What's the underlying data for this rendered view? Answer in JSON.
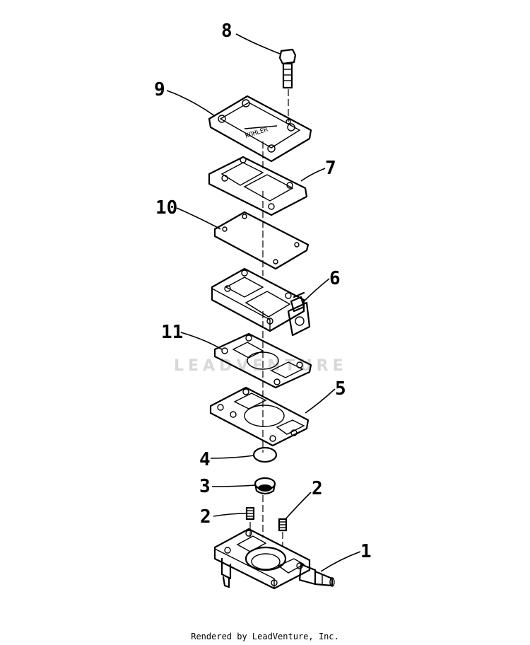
{
  "labels": {
    "p1": "1",
    "p2a": "2",
    "p2b": "2",
    "p3": "3",
    "p4": "4",
    "p5": "5",
    "p6": "6",
    "p7": "7",
    "p8": "8",
    "p9": "9",
    "p10": "10",
    "p11": "11"
  },
  "watermark": "LEADVENTURE",
  "footer": "Rendered by LeadVenture, Inc."
}
